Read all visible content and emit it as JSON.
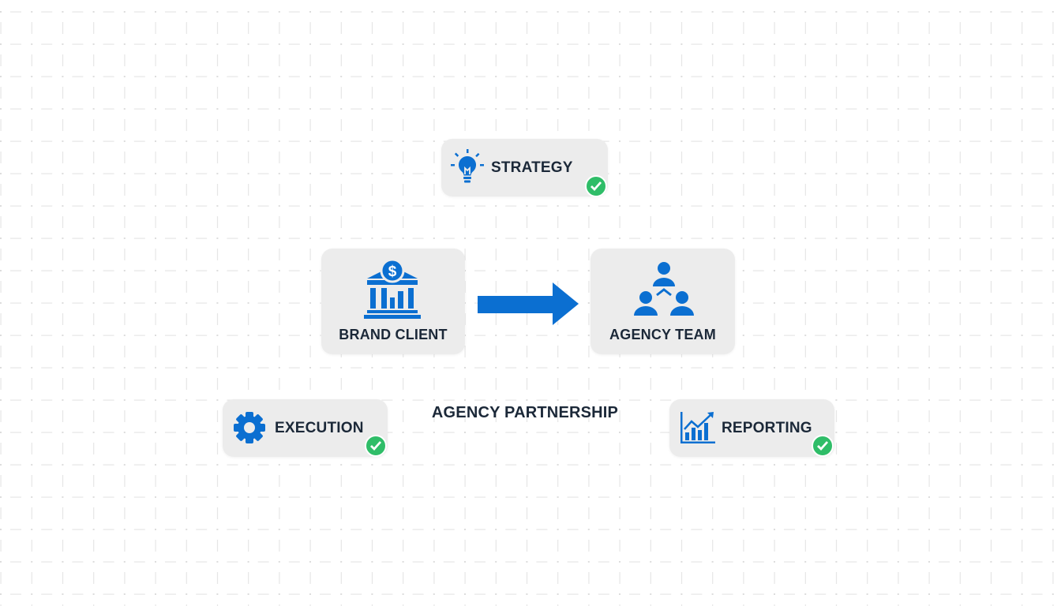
{
  "title": "AGENCY PARTNERSHIP",
  "nodes": {
    "strategy": {
      "label": "STRATEGY",
      "icon": "lightbulb-icon",
      "done": true
    },
    "brand_client": {
      "label": "BRAND CLIENT",
      "icon": "bank-icon"
    },
    "agency_team": {
      "label": "AGENCY TEAM",
      "icon": "team-icon"
    },
    "execution": {
      "label": "EXECUTION",
      "icon": "gear-icon",
      "done": true
    },
    "reporting": {
      "label": "REPORTING",
      "icon": "chart-icon",
      "done": true
    }
  },
  "colors": {
    "accent": "#0b6fd1",
    "text": "#1b2838",
    "check": "#2fbd68",
    "box": "#ececec"
  }
}
